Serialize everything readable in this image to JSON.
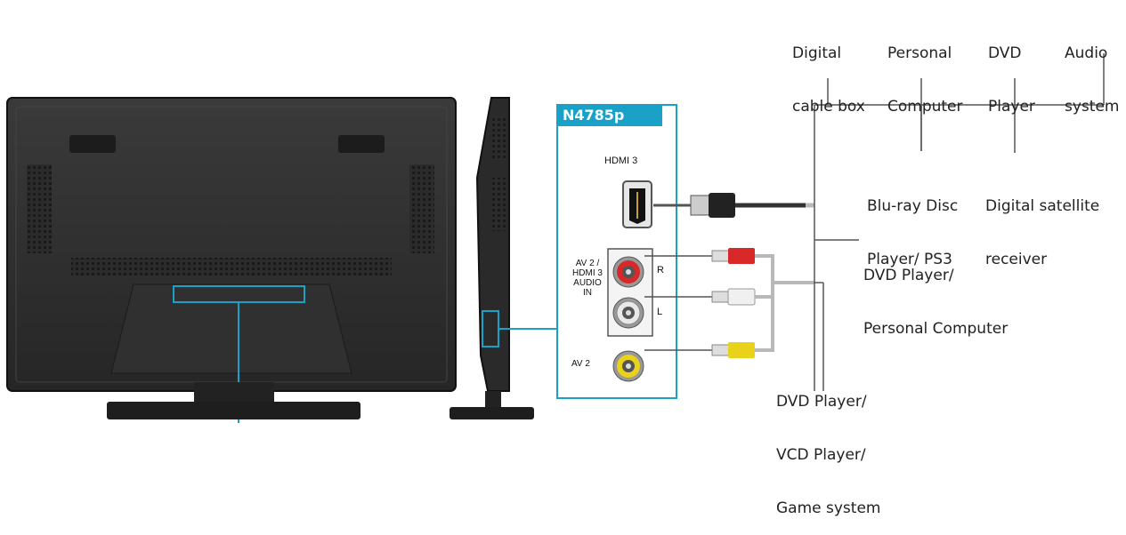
{
  "model": "N4785p",
  "panel": {
    "hdmi_label": "HDMI 3",
    "audio_in_label_lines": [
      "AV 2 /",
      "HDMI 3",
      "AUDIO",
      "IN"
    ],
    "r_label": "R",
    "l_label": "L",
    "av2_label": "AV 2"
  },
  "devices_top": [
    {
      "id": "digital-cable-box",
      "lines": [
        "Digital",
        "cable box"
      ]
    },
    {
      "id": "personal-computer",
      "lines": [
        "Personal",
        "Computer"
      ]
    },
    {
      "id": "dvd-player",
      "lines": [
        "DVD",
        "Player"
      ]
    },
    {
      "id": "audio-system",
      "lines": [
        "Audio",
        "system"
      ]
    }
  ],
  "devices_mid": [
    {
      "id": "bluray-ps3",
      "lines": [
        "Blu-ray Disc",
        "Player/ PS3"
      ]
    },
    {
      "id": "digital-satellite",
      "lines": [
        "Digital satellite",
        "receiver"
      ]
    }
  ],
  "device_audio": {
    "lines": [
      "DVD Player/",
      "Personal Computer"
    ]
  },
  "device_composite": {
    "lines": [
      "DVD Player/",
      "VCD Player/",
      "Game system"
    ]
  },
  "colors": {
    "accent": "#1aa1c8",
    "tv_body": "#2a2a2a",
    "rca_red": "#d8282a",
    "rca_white": "#e8e8e8",
    "rca_yellow": "#e8d21a",
    "cable": "#b8b8b8"
  }
}
